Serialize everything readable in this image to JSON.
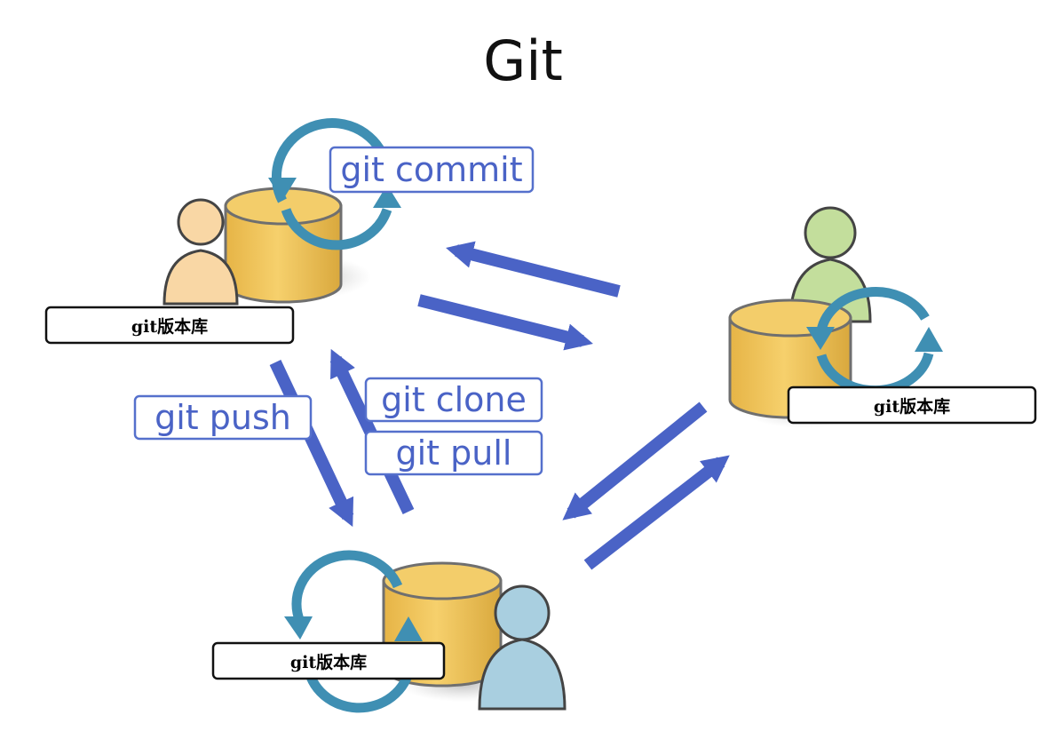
{
  "title": "Git",
  "repositories": {
    "top_left": {
      "label": "git版本库"
    },
    "right": {
      "label": "git版本库"
    },
    "bottom": {
      "label": "git版本库"
    }
  },
  "commands": {
    "commit": "git commit",
    "push": "git push",
    "clone": "git clone",
    "pull": "git pull"
  },
  "icons": {
    "top_left": "user-icon",
    "right": "user-icon",
    "bottom": "user-icon"
  },
  "colors": {
    "flow_arrow": "#4a63c6",
    "cycle_arrow": "#3f8fb3",
    "database": "#f0c55c",
    "user_top_left": "#f9d7a5",
    "user_right": "#c3de9c",
    "user_bottom": "#a9cfe0"
  }
}
